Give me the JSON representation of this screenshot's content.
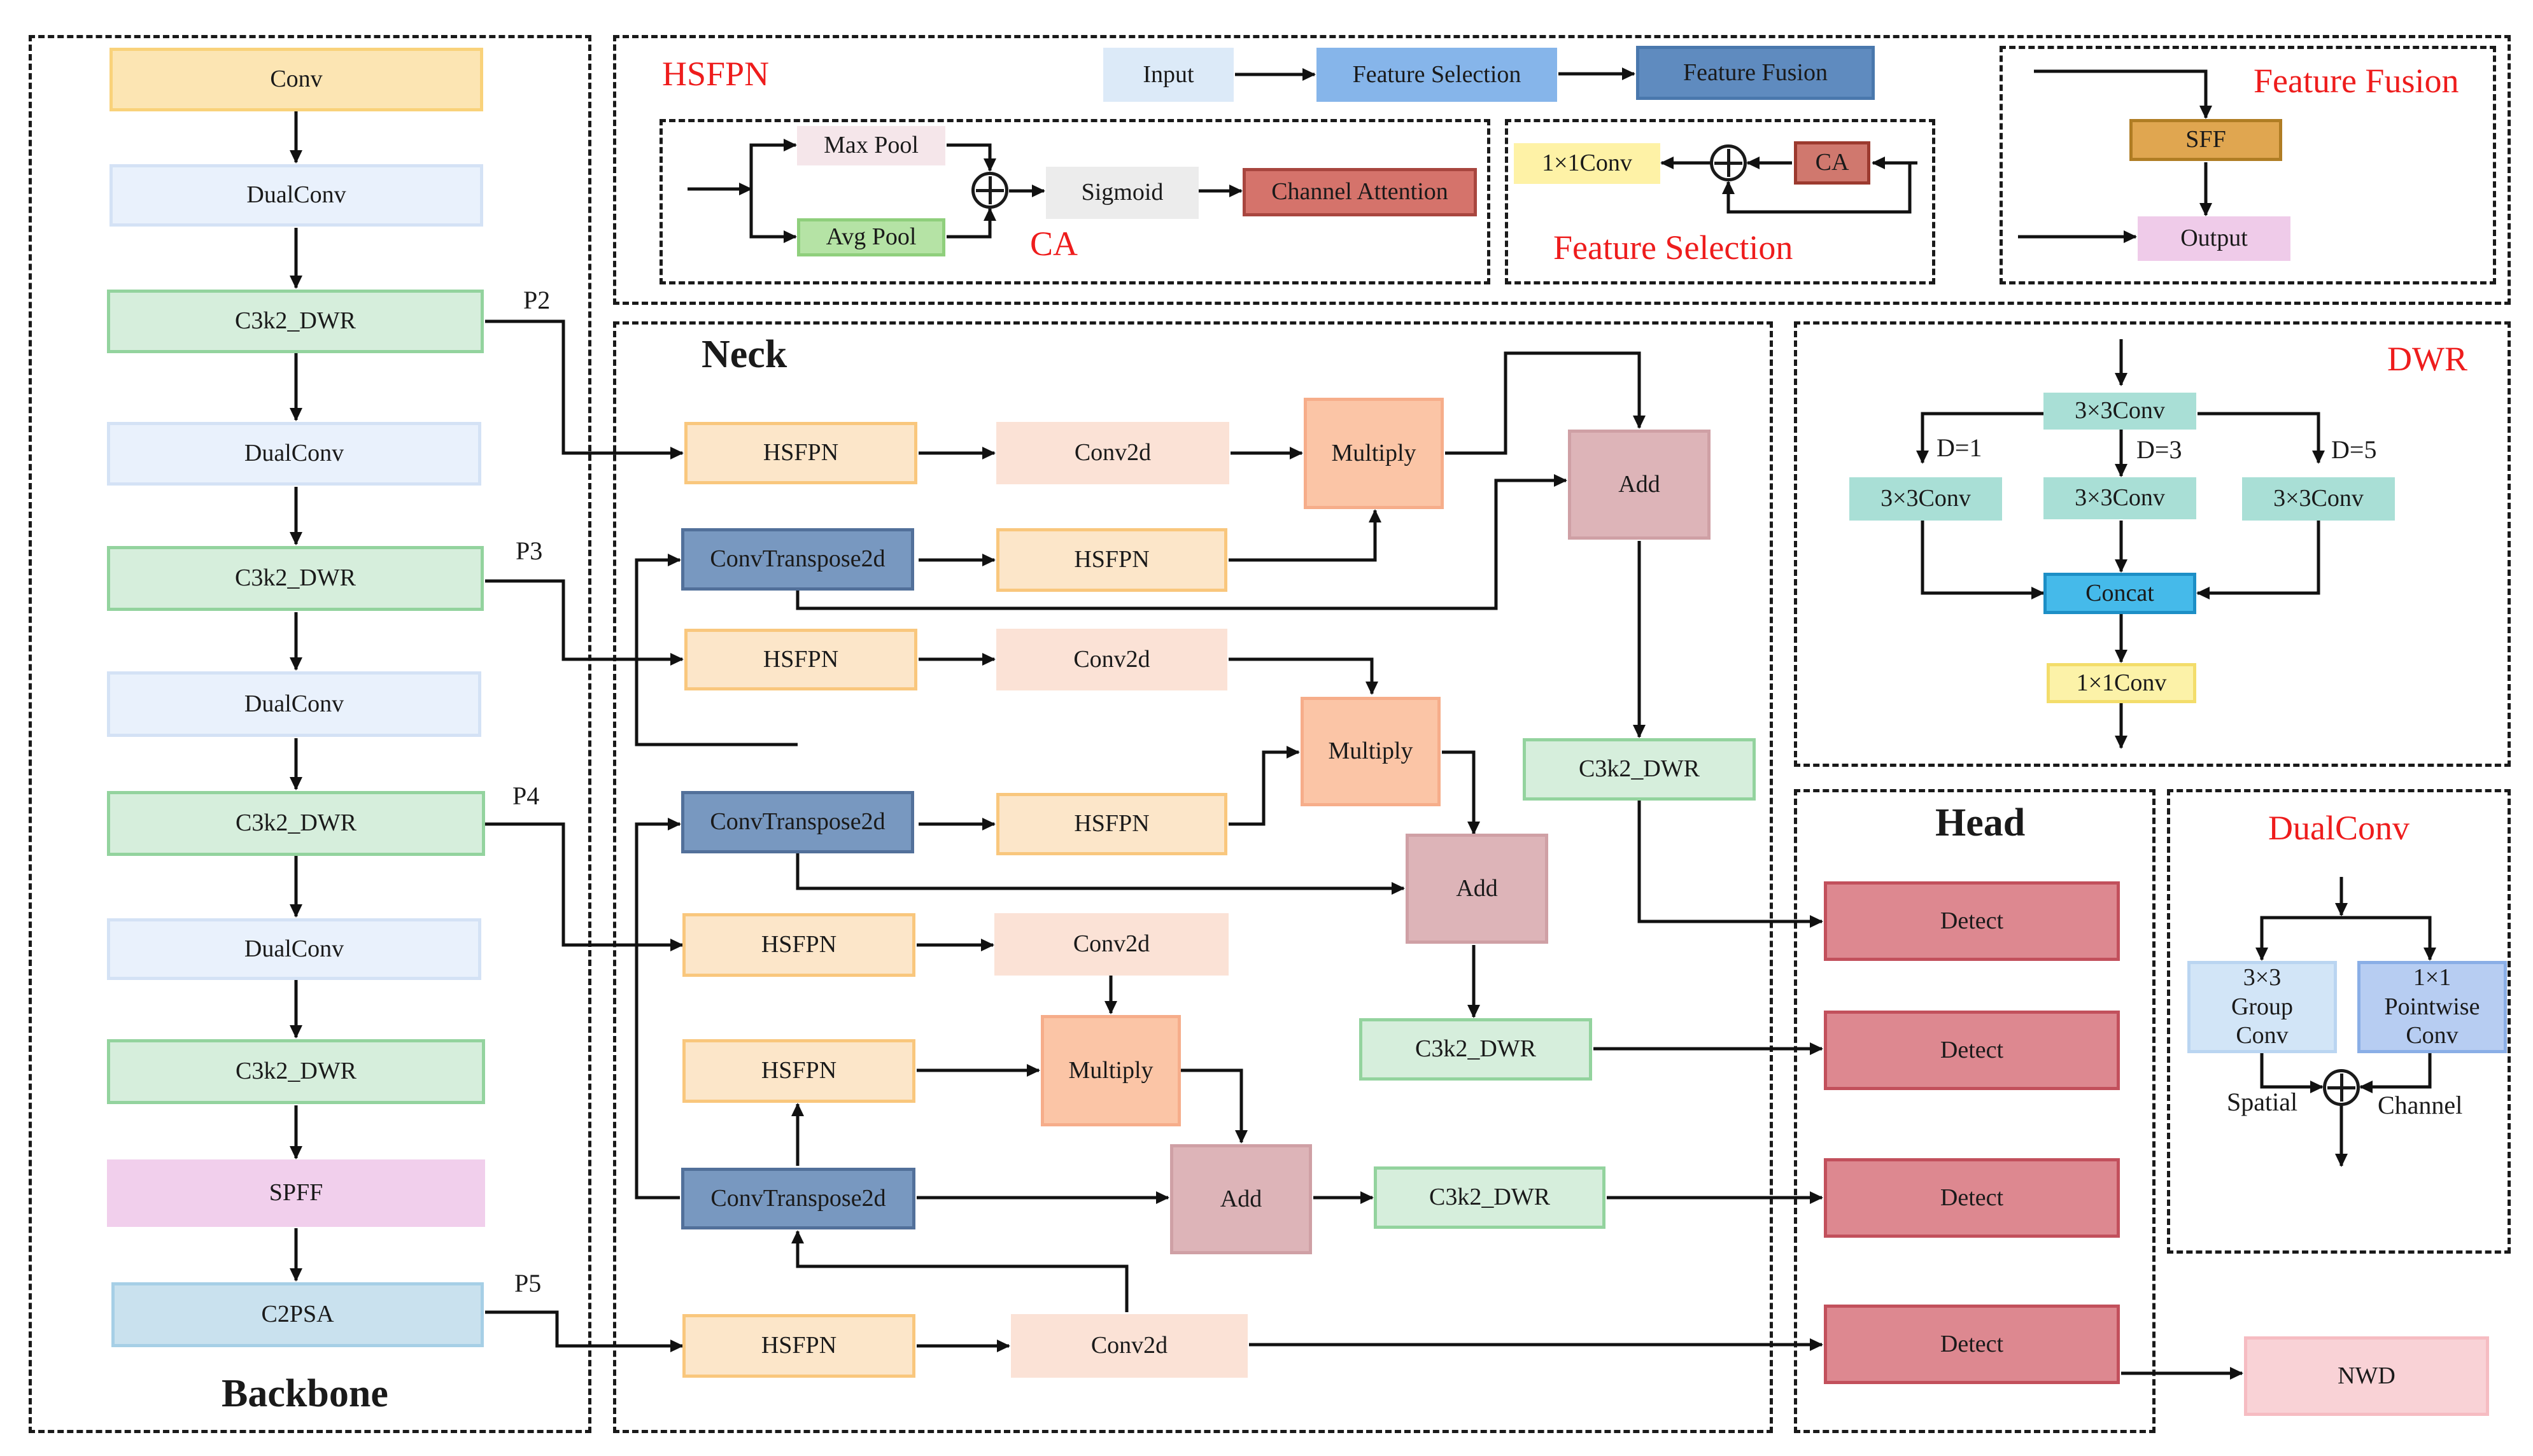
{
  "backbone": {
    "title": "Backbone",
    "blocks": [
      "Conv",
      "DualConv",
      "C3k2_DWR",
      "DualConv",
      "C3k2_DWR",
      "DualConv",
      "C3k2_DWR",
      "DualConv",
      "C3k2_DWR",
      "SPFF",
      "C2PSA"
    ],
    "outputs": [
      "P2",
      "P3",
      "P4",
      "P5"
    ]
  },
  "hsfpn": {
    "title": "HSFPN",
    "flow": [
      "Input",
      "Feature Selection",
      "Feature Fusion"
    ],
    "ca": {
      "title": "CA",
      "max_pool": "Max Pool",
      "avg_pool": "Avg Pool",
      "sigmoid": "Sigmoid",
      "channel_attention": "Channel Attention"
    },
    "feature_selection": {
      "title": "Feature Selection",
      "conv": "1×1Conv",
      "ca": "CA"
    },
    "feature_fusion": {
      "title": "Feature Fusion",
      "sff": "SFF",
      "output": "Output"
    }
  },
  "neck": {
    "title": "Neck",
    "hsfpn": "HSFPN",
    "conv2d": "Conv2d",
    "multiply": "Multiply",
    "add": "Add",
    "conv_transpose": "ConvTranspose2d",
    "c3k2": "C3k2_DWR"
  },
  "dwr": {
    "title": "DWR",
    "conv33": "3×3Conv",
    "dilations": [
      "D=1",
      "D=3",
      "D=5"
    ],
    "concat": "Concat",
    "conv11": "1×1Conv"
  },
  "head": {
    "title": "Head",
    "detect": [
      "Detect",
      "Detect",
      "Detect",
      "Detect"
    ],
    "nwd": "NWD"
  },
  "dualconv": {
    "title": "DualConv",
    "group_conv": "3×3\nGroup\nConv",
    "pointwise_conv": "1×1\nPointwise\nConv",
    "spatial": "Spatial",
    "channel": "Channel"
  }
}
